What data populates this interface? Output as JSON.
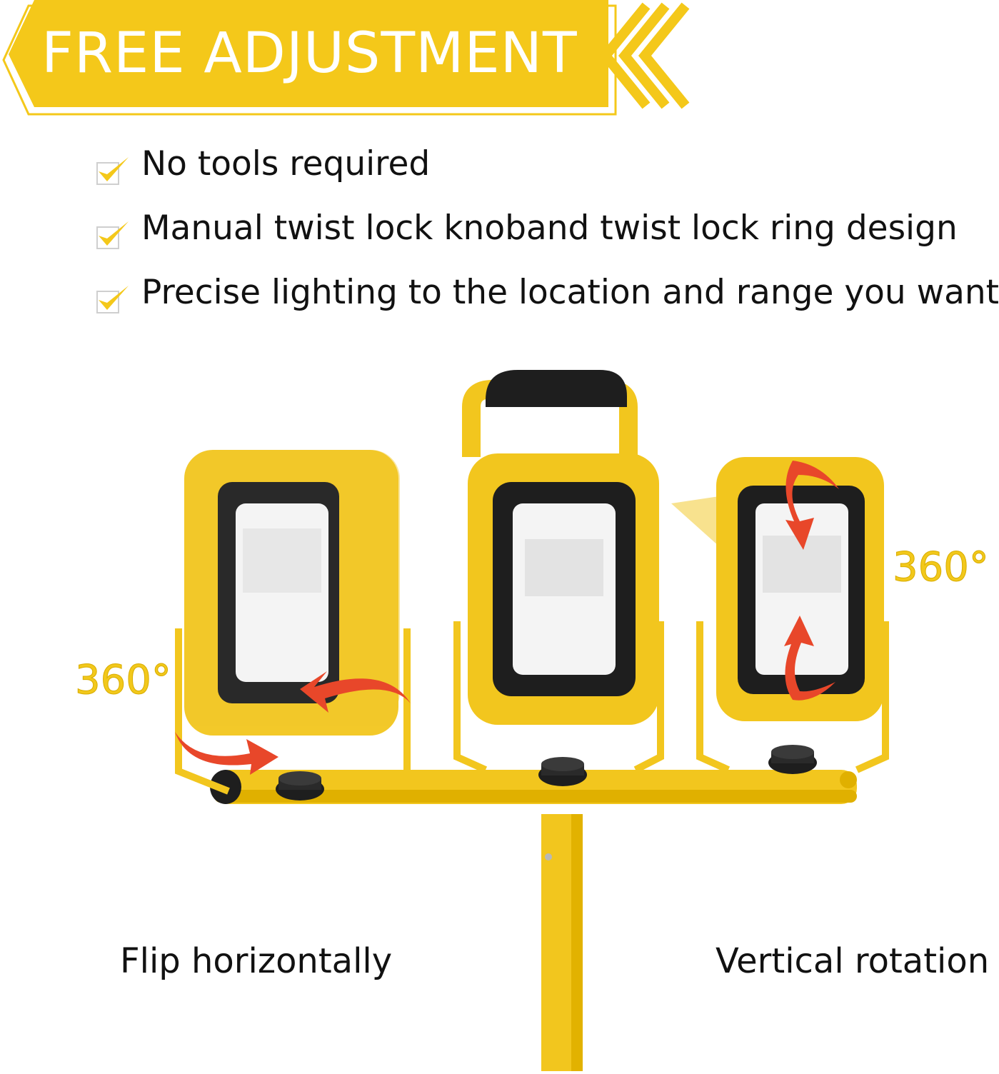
{
  "banner": {
    "title": "FREE ADJUSTMENT",
    "color": "#f4c81a"
  },
  "features": [
    {
      "icon": "checkmark-icon",
      "text": "No tools required"
    },
    {
      "icon": "checkmark-icon",
      "text": "Manual twist lock knoband twist lock ring design"
    },
    {
      "icon": "checkmark-icon",
      "text": "Precise lighting to the location and range you want"
    }
  ],
  "annotations": {
    "left_degrees": "360°",
    "right_degrees": "360°",
    "left_caption": "Flip horizontally",
    "right_caption": "Vertical rotation"
  },
  "colors": {
    "accent_yellow": "#f4c81a",
    "arrow_red": "#e8472a"
  }
}
